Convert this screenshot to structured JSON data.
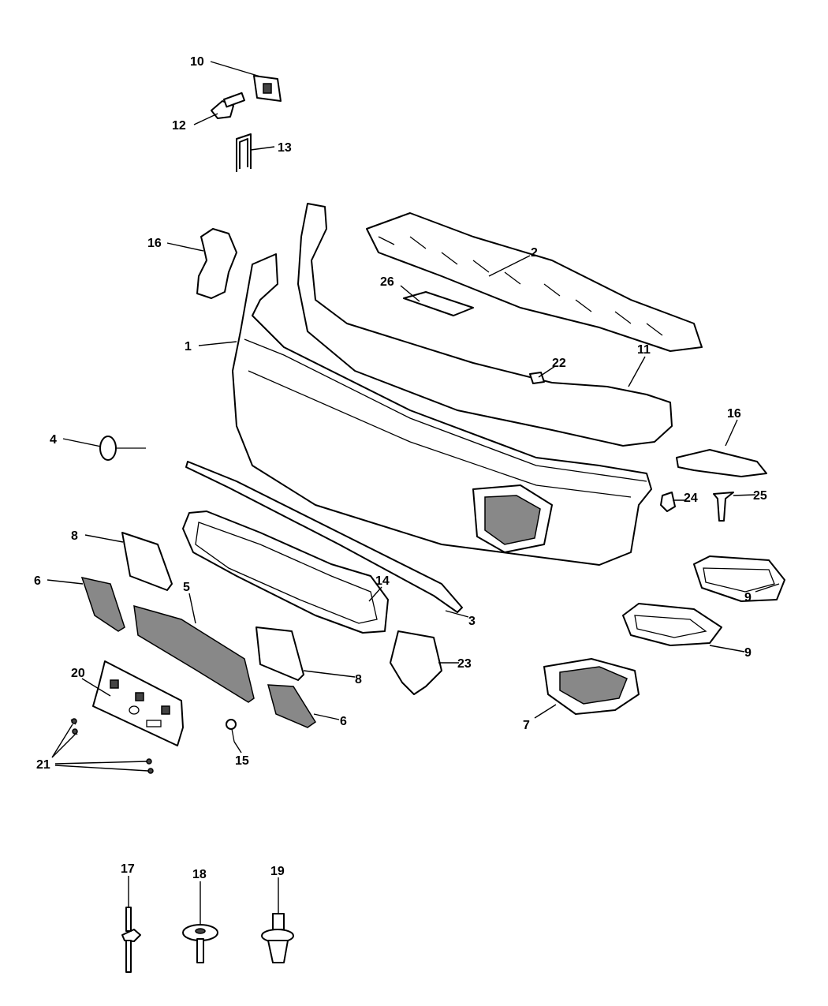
{
  "diagram": {
    "callouts": [
      {
        "label": "10"
      },
      {
        "label": "12"
      },
      {
        "label": "13"
      },
      {
        "label": "16"
      },
      {
        "label": "2"
      },
      {
        "label": "26"
      },
      {
        "label": "1"
      },
      {
        "label": "22"
      },
      {
        "label": "11"
      },
      {
        "label": "16"
      },
      {
        "label": "4"
      },
      {
        "label": "24"
      },
      {
        "label": "25"
      },
      {
        "label": "8"
      },
      {
        "label": "6"
      },
      {
        "label": "5"
      },
      {
        "label": "14"
      },
      {
        "label": "3"
      },
      {
        "label": "9"
      },
      {
        "label": "9"
      },
      {
        "label": "23"
      },
      {
        "label": "8"
      },
      {
        "label": "7"
      },
      {
        "label": "6"
      },
      {
        "label": "20"
      },
      {
        "label": "21"
      },
      {
        "label": "15"
      },
      {
        "label": "17"
      },
      {
        "label": "18"
      },
      {
        "label": "19"
      }
    ]
  }
}
